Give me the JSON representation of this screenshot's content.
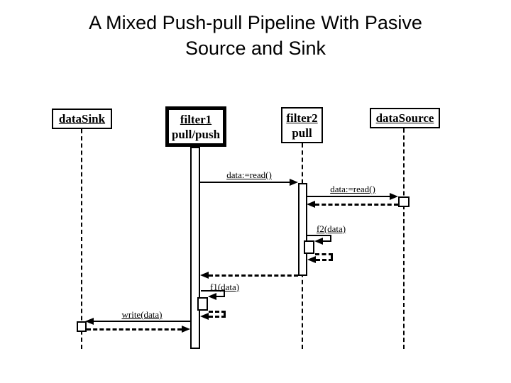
{
  "diagram_type": "uml-sequence",
  "title": {
    "line1": "A Mixed Push-pull Pipeline With Pasive",
    "line2": "Source and Sink"
  },
  "colors": {
    "ink": "#000000",
    "paper": "#ffffff"
  },
  "lifelines": {
    "dataSink": {
      "name": "dataSink",
      "mode": ""
    },
    "filter1": {
      "name": "filter1",
      "mode": "pull/push",
      "emphasized": true
    },
    "filter2": {
      "name": "filter2",
      "mode": "pull"
    },
    "dataSource": {
      "name": "dataSource",
      "mode": ""
    }
  },
  "messages": {
    "read1": {
      "label": "data:=read()",
      "kind": "call",
      "from": "filter1",
      "to": "filter2"
    },
    "read2": {
      "label": "data:=read()",
      "kind": "call",
      "from": "filter2",
      "to": "dataSource"
    },
    "read2_return": {
      "label": "",
      "kind": "return",
      "from": "dataSource",
      "to": "filter2"
    },
    "f2": {
      "label": "f2(data)",
      "kind": "self-call",
      "on": "filter2"
    },
    "read1_return": {
      "label": "",
      "kind": "return",
      "from": "filter2",
      "to": "filter1"
    },
    "f1": {
      "label": "f1(data)",
      "kind": "self-call",
      "on": "filter1"
    },
    "write": {
      "label": "write(data)",
      "kind": "call",
      "from": "filter1",
      "to": "dataSink"
    },
    "write_return": {
      "label": "",
      "kind": "return",
      "from": "dataSink",
      "to": "filter1"
    }
  }
}
